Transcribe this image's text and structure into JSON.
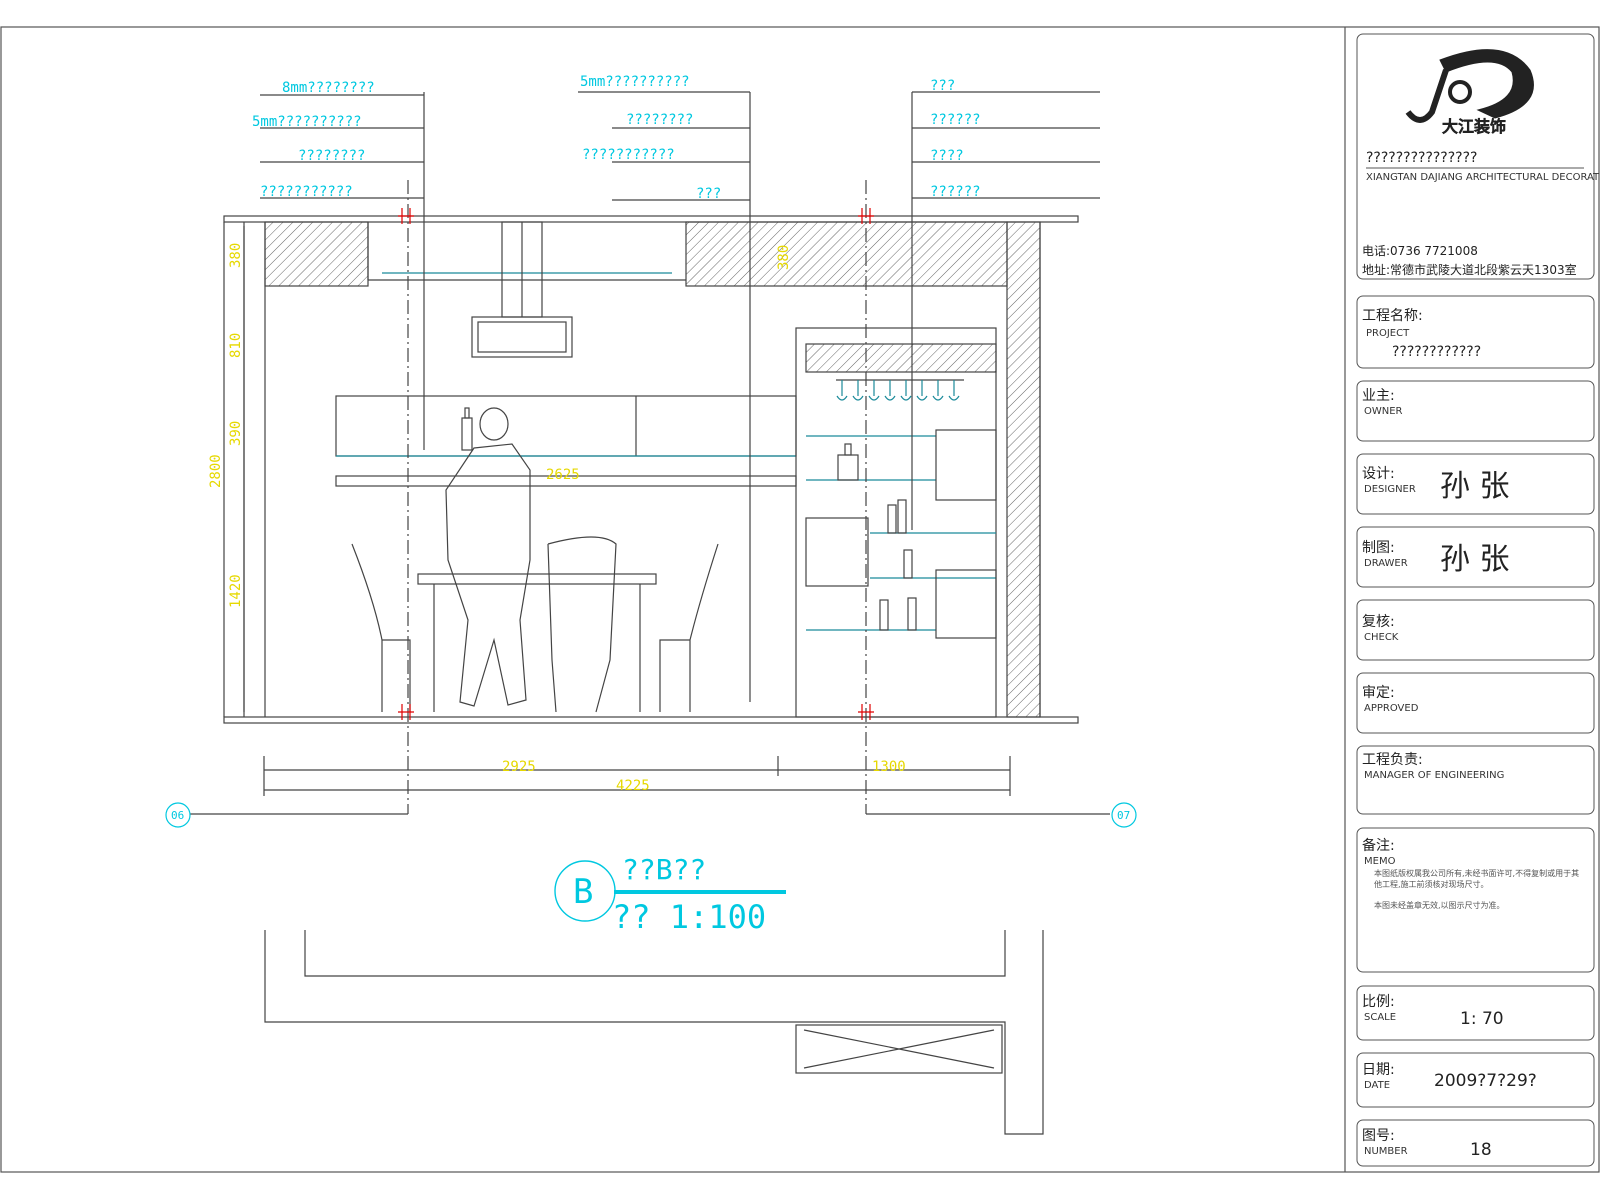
{
  "drawing": {
    "annotations_left": [
      "8mm????????",
      "5mm??????????",
      "????????",
      "???????????"
    ],
    "annotations_mid": [
      "5mm??????????",
      "????????",
      "???????????",
      "???"
    ],
    "annotations_right": [
      "???",
      "??????",
      "????",
      "??????"
    ],
    "dims_vertical": [
      "380",
      "810",
      "390",
      "2800",
      "1420"
    ],
    "dim_vertical_mid": "380",
    "dim_counter": "2625",
    "dims_bottom": [
      "2925",
      "1300",
      "4225"
    ],
    "grid_left": "06",
    "grid_right": "07",
    "view_letter": "B",
    "view_title": "??B??",
    "view_scale": "?? 1:100"
  },
  "title_block": {
    "company_name": "???????????????",
    "company_sub": "XIANGTAN DAJIANG ARCHITECTURAL DECORATION ENGINEERING CO.,LTD.",
    "phone": "电话:0736   7721008",
    "address": "地址:常德市武陵大道北段紫云天1303室",
    "project_label": "工程名称:",
    "project_en": "PROJECT",
    "project_value": "????????????",
    "owner_label": "业主:",
    "owner_en": "OWNER",
    "designer_label": "设计:",
    "designer_en": "DESIGNER",
    "designer_value": "孙  张",
    "drawer_label": "制图:",
    "drawer_en": "DRAWER",
    "drawer_value": "孙  张",
    "check_label": "复核:",
    "check_en": "CHECK",
    "approved_label": "审定:",
    "approved_en": "APPROVED",
    "manager_label": "工程负责:",
    "manager_en": "MANAGER OF ENGINEERING",
    "memo_label": "备注:",
    "memo_en": "MEMO",
    "memo_text_1": "本图纸版权属我公司所有,未经书面许可,不得复制或用于其他工程,施工前须核对现场尺寸。",
    "memo_text_2": "本图未经盖章无效,以图示尺寸为准。",
    "scale_label": "比例:",
    "scale_en": "SCALE",
    "scale_value": "1: 70",
    "date_label": "日期:",
    "date_en": "DATE",
    "date_value": "2009?7?29?",
    "number_label": "图号:",
    "number_en": "NUMBER",
    "number_value": "18"
  },
  "colors": {
    "annotation": "#00c8e0",
    "dimension": "#e6d800",
    "line": "#444444",
    "section_mark": "#e00000",
    "glass": "#1a8a9a"
  }
}
